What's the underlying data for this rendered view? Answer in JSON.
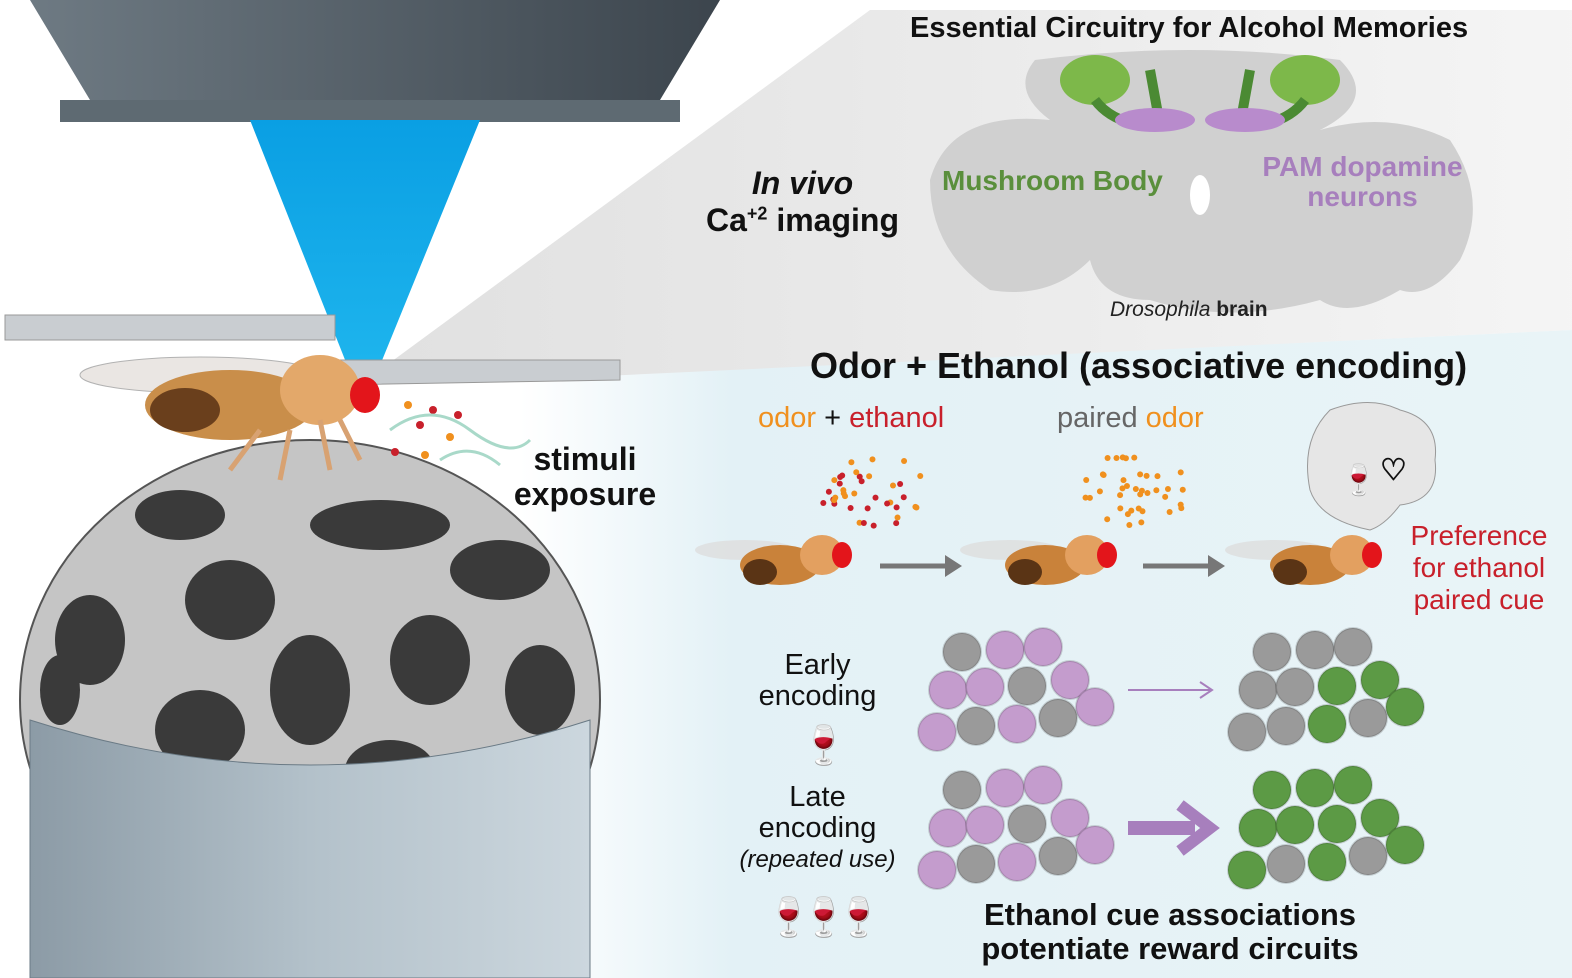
{
  "top_title": "Essential Circuitry for Alcohol Memories",
  "imaging": {
    "line1": "In vivo",
    "line2_prefix": "Ca",
    "line2_sup": "+2",
    "line2_suffix": " imaging"
  },
  "brain": {
    "mushroom_body": "Mushroom Body",
    "pam_line1": "PAM dopamine",
    "pam_line2": "neurons",
    "caption_italic": "Drosophila",
    "caption_bold": " brain"
  },
  "stimuli": {
    "line1": "stimuli",
    "line2": "exposure"
  },
  "panel_title": "Odor + Ethanol (associative encoding)",
  "steps": {
    "step1_odor": "odor",
    "step1_plus": " + ",
    "step1_ethanol": "ethanol",
    "step2_paired": "paired ",
    "step2_odor": "odor",
    "preference": [
      "Preference",
      "for ethanol",
      "paired cue"
    ]
  },
  "encoding": {
    "early": [
      "Early",
      "encoding"
    ],
    "late": [
      "Late",
      "encoding"
    ],
    "late_note": "(repeated use)"
  },
  "conclusion": [
    "Ethanol cue associations",
    "potentiate reward circuits"
  ],
  "clusters": {
    "early_before": [
      "gray",
      "purple",
      "purple",
      "purple",
      "purple",
      "gray",
      "purple",
      "purple",
      "gray",
      "purple",
      "gray",
      "purple"
    ],
    "early_after": [
      "gray",
      "gray",
      "gray",
      "gray",
      "gray",
      "green",
      "green",
      "gray",
      "gray",
      "green",
      "gray",
      "green"
    ],
    "late_before": [
      "gray",
      "purple",
      "purple",
      "purple",
      "purple",
      "gray",
      "purple",
      "purple",
      "gray",
      "purple",
      "gray",
      "purple"
    ],
    "late_after": [
      "green",
      "green",
      "green",
      "green",
      "green",
      "green",
      "green",
      "green",
      "gray",
      "green",
      "gray",
      "green"
    ]
  },
  "colors": {
    "green": "#5a8f3c",
    "purple": "#a77fbd",
    "orange": "#f0901e",
    "red": "#c8202b",
    "gray_node": "#9a9a9a",
    "purple_node": "#c49ccd",
    "green_node": "#5c9a45",
    "beam": "#18a8e0"
  }
}
